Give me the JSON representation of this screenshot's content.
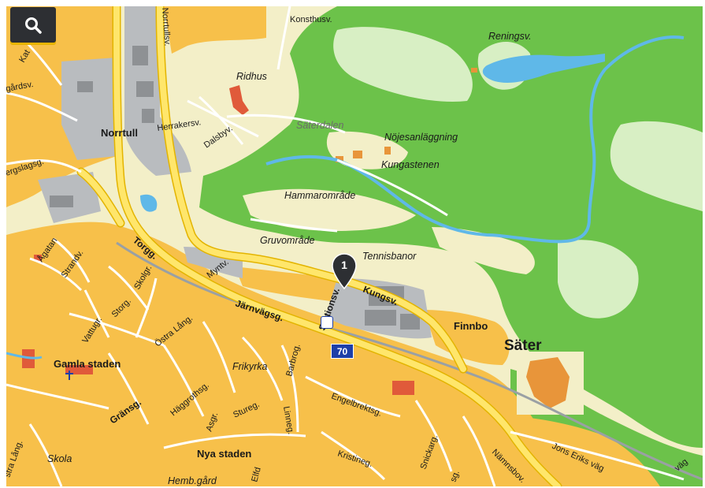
{
  "search": {
    "icon": "search-icon"
  },
  "marker": {
    "number": "1"
  },
  "road_number": "70",
  "colors": {
    "forest": "#6cc24a",
    "urban": "#f7c04a",
    "road": "#ffe66b",
    "water": "#5fb8e8",
    "industrial": "#b9bcbf",
    "open": "#f3efc8"
  },
  "labels": {
    "konsthusv": "Konsthusv.",
    "renings": "Reningsv.",
    "norrtullsv": "Norrtullsv.",
    "ridhus": "Ridhus",
    "saterdalen": "Säterdalen",
    "nojes": "Nöjesanläggning",
    "kungastenen": "Kungastenen",
    "hammaromrade": "Hammarområde",
    "gruvomrade": "Gruvområde",
    "tennisbanor": "Tennisbanor",
    "norrtull": "Norrtull",
    "herrakersv": "Herrakersv.",
    "dalsbyv": "Dalsbyv.",
    "kat": "Kat",
    "gardsv": "gårdsv.",
    "bergslagsg": "ergslagsg.",
    "agatan": "Ågatan",
    "strandv": "Strandv.",
    "torgg": "Torgg.",
    "myntv": "Myntv.",
    "skolgr": "Skolgr.",
    "storg": "Storg.",
    "vattugr": "Vattugr.",
    "ostra_lang": "Östra Lång.",
    "jarnvagsg": "Järnvägsg.",
    "stationsv": "Stationsv.",
    "kungsv": "Kungsv.",
    "finnbo": "Finnbo",
    "sater": "Säter",
    "gamla_staden": "Gamla staden",
    "frikyrka": "Frikyrka",
    "barbrog": "Barbrog.",
    "haggrothsg": "Häggrothsg.",
    "asgr": "Asgr.",
    "sturegd": "Stureg.",
    "engelbrektsg": "Engelbrektsg.",
    "gransg": "Gränsg.",
    "linneg": "Linneg.",
    "snickarg": "Snickarg.",
    "namnsbov": "Nämnsbov.",
    "jons_eriks": "Jons Eriks väg",
    "kristineg": "Kristineg.",
    "nya_staden": "Nya staden",
    "skola": "Skola",
    "stra_lang": "stra Lång.",
    "hemb_gard": "Hemb.gård",
    "elfd": "Elfd",
    "vag": "väg",
    "sg": "sg."
  }
}
